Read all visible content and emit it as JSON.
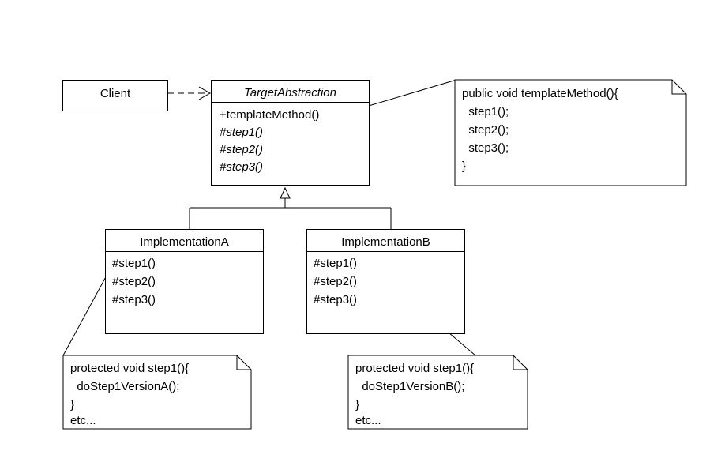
{
  "client": {
    "name": "Client"
  },
  "target": {
    "name": "TargetAbstraction",
    "methods": [
      "+templateMethod()",
      "#step1()",
      "#step2()",
      "#step3()"
    ]
  },
  "template_note": {
    "lines": [
      "public void templateMethod(){",
      "  step1();",
      "  step2();",
      "  step3();",
      "}"
    ]
  },
  "impl_a": {
    "name": "ImplementationA",
    "methods": [
      "#step1()",
      "#step2()",
      "#step3()"
    ]
  },
  "impl_b": {
    "name": "ImplementationB",
    "methods": [
      "#step1()",
      "#step2()",
      "#step3()"
    ]
  },
  "note_a": {
    "lines": [
      "protected void step1(){",
      "  doStep1VersionA();",
      "}",
      "etc..."
    ]
  },
  "note_b": {
    "lines": [
      "protected void step1(){",
      "  doStep1VersionB();",
      "}",
      "etc..."
    ]
  }
}
